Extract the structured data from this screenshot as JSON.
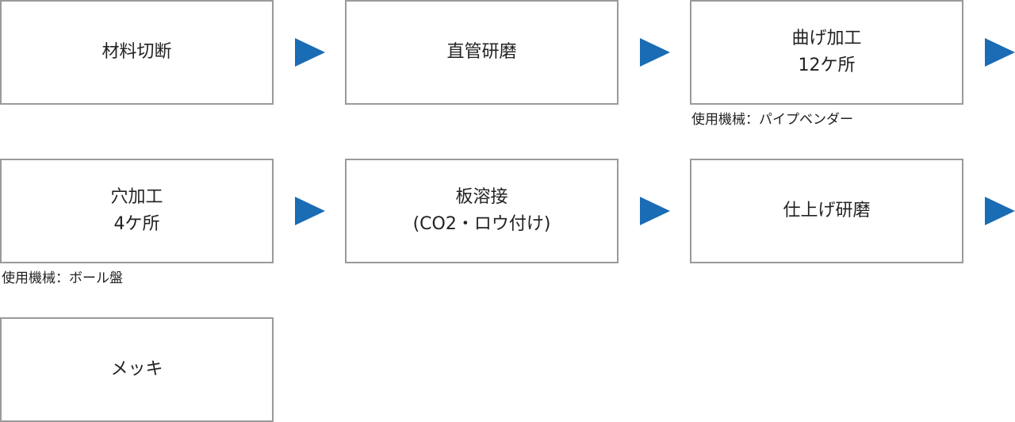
{
  "steps": [
    {
      "line1": "材料切断",
      "line2": ""
    },
    {
      "line1": "直管研磨",
      "line2": ""
    },
    {
      "line1": "曲げ加工",
      "line2": "12ケ所"
    },
    {
      "line1": "穴加工",
      "line2": "4ケ所"
    },
    {
      "line1": "板溶接",
      "line2": "(CO2・ロウ付け)"
    },
    {
      "line1": "仕上げ研磨",
      "line2": ""
    },
    {
      "line1": "メッキ",
      "line2": ""
    }
  ],
  "notes": {
    "bending": "使用機械：パイプベンダー",
    "drilling": "使用機械：ボール盤"
  },
  "colors": {
    "arrow": "#1a6cb4",
    "box_border": "#9a9a9a"
  }
}
